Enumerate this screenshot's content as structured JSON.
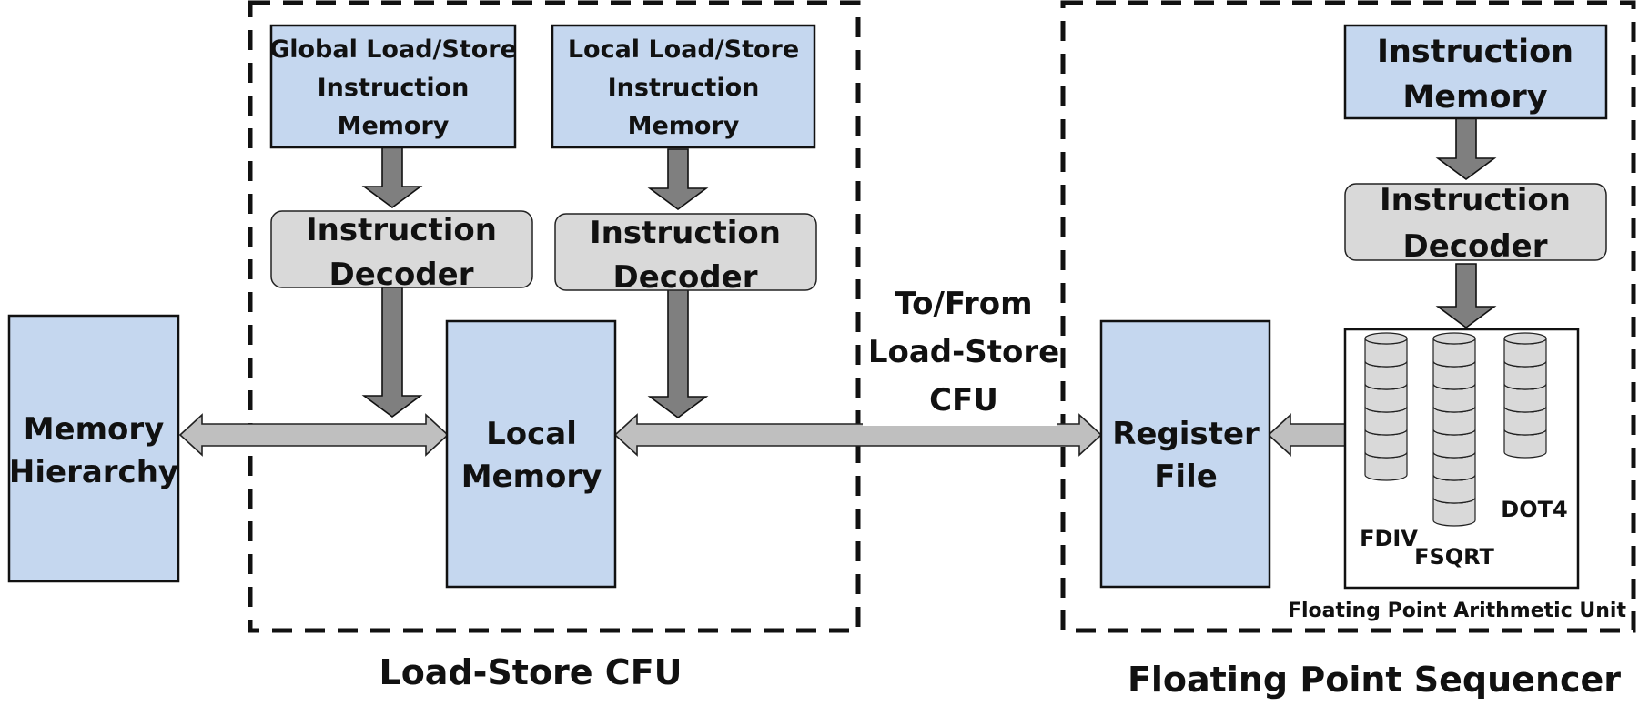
{
  "diagram": {
    "memory_hierarchy": [
      "Memory",
      "Hierarchy"
    ],
    "load_store_cfu": {
      "label": "Load-Store CFU",
      "global_imem": [
        "Global Load/Store",
        "Instruction",
        "Memory"
      ],
      "local_imem": [
        "Local Load/Store",
        "Instruction",
        "Memory"
      ],
      "decoder_1": [
        "Instruction",
        "Decoder"
      ],
      "decoder_2": [
        "Instruction",
        "Decoder"
      ],
      "local_memory": [
        "Local",
        "Memory"
      ]
    },
    "link_label": [
      "To/From",
      "Load-Store",
      "CFU"
    ],
    "fp_sequencer": {
      "label": "Floating Point Sequencer",
      "instruction_memory": [
        "Instruction",
        "Memory"
      ],
      "decoder": [
        "Instruction",
        "Decoder"
      ],
      "register_file": [
        "Register",
        "File"
      ],
      "fpu": {
        "label": "Floating Point Arithmetic Unit",
        "units": [
          {
            "name": "FDIV",
            "stages": 6
          },
          {
            "name": "FSQRT",
            "stages": 8
          },
          {
            "name": "DOT4",
            "stages": 5
          }
        ]
      }
    }
  }
}
